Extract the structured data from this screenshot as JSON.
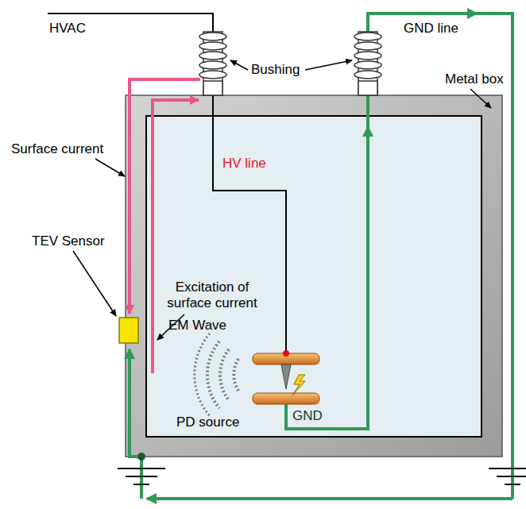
{
  "diagram": {
    "labels": [
      "HVAC",
      "GND line",
      "Bushing",
      "Metal box",
      "Surface current",
      "TEV Sensor",
      "Excitation of surface current",
      "HV line",
      "EM Wave",
      "PD source",
      "GND"
    ]
  }
}
